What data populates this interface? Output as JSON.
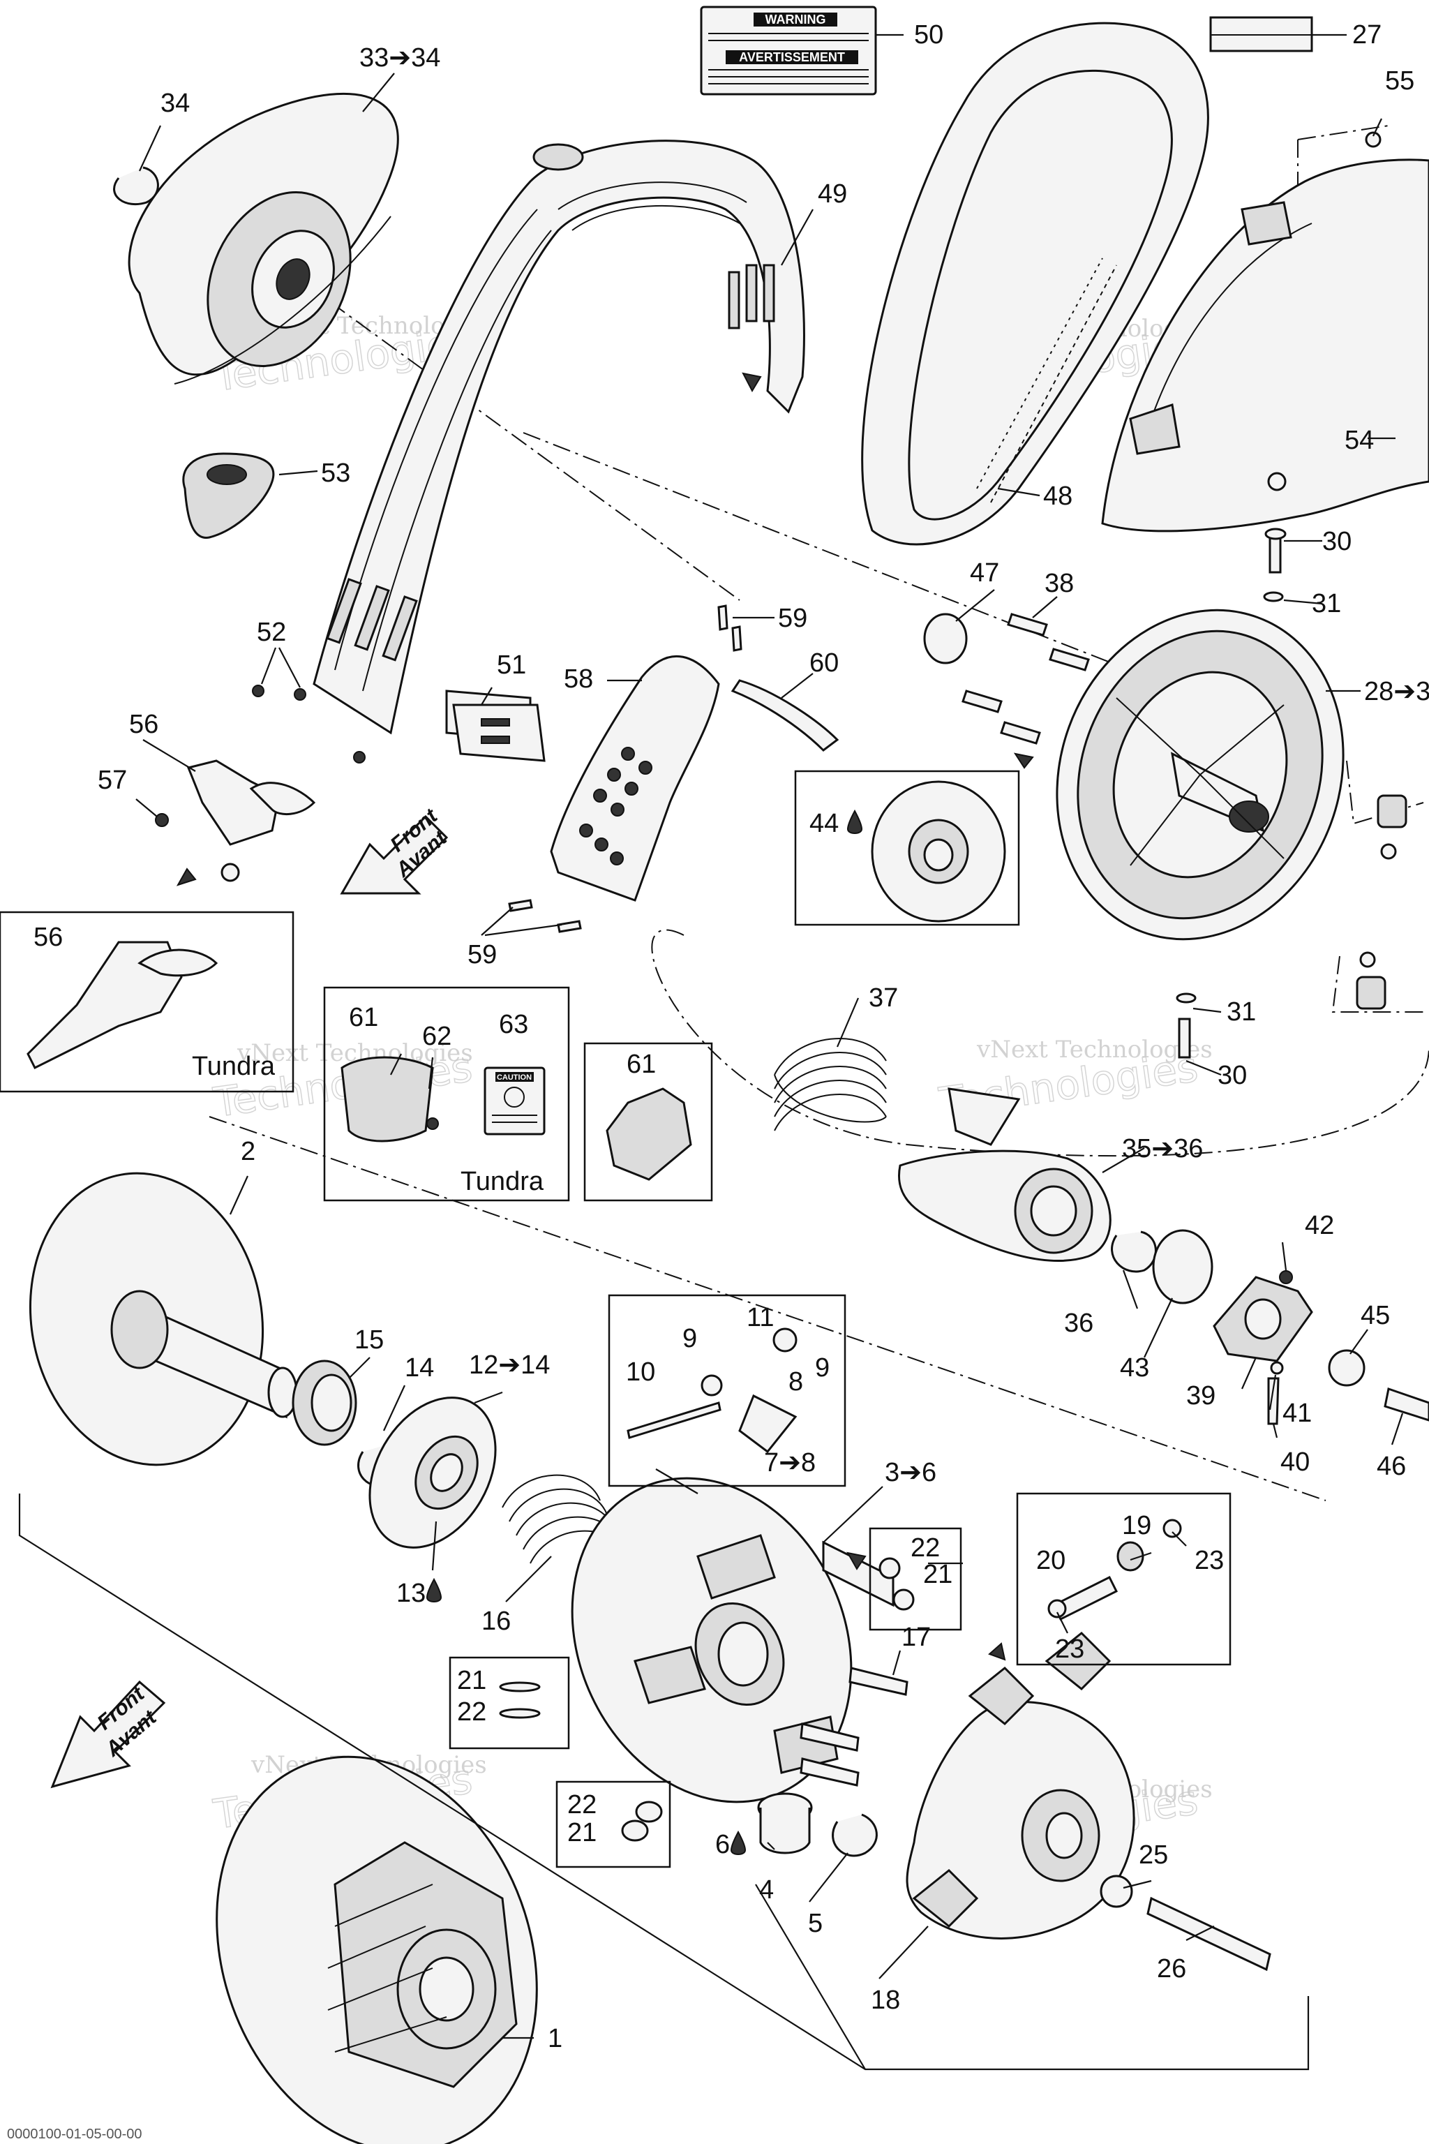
{
  "labels": {
    "l1": "1",
    "l2": "2",
    "l3to6": "3➔6",
    "l4": "4",
    "l5": "5",
    "l6": "6",
    "l7to8": "7➔8",
    "l8": "8",
    "l9a": "9",
    "l9b": "9",
    "l10": "10",
    "l11": "11",
    "l12to14": "12➔14",
    "l13": "13",
    "l14": "14",
    "l15": "15",
    "l16": "16",
    "l17": "17",
    "l18": "18",
    "l19": "19",
    "l20": "20",
    "l21a": "21",
    "l22a": "22",
    "l21b": "21",
    "l22b": "22",
    "l22c": "22",
    "l21c": "21",
    "l23a": "23",
    "l23b": "23",
    "l25": "25",
    "l26": "26",
    "l27": "27",
    "l28": "28➔3",
    "l30a": "30",
    "l30b": "30",
    "l31a": "31",
    "l31b": "31",
    "l33": "33➔34",
    "l34": "34",
    "l35": "35➔36",
    "l36": "36",
    "l37": "37",
    "l38": "38",
    "l39": "39",
    "l40": "40",
    "l41": "41",
    "l42": "42",
    "l43": "43",
    "l44": "44",
    "l45": "45",
    "l46": "46",
    "l47": "47",
    "l48": "48",
    "l49": "49",
    "l50": "50",
    "l51": "51",
    "l52": "52",
    "l53": "53",
    "l54": "54",
    "l55": "55",
    "l56a": "56",
    "l56b": "56",
    "l57": "57",
    "l58": "58",
    "l59a": "59",
    "l59b": "59",
    "l60": "60",
    "l61a": "61",
    "l61b": "61",
    "l62": "62",
    "l63": "63"
  },
  "tundra_a": "Tundra",
  "tundra_b": "Tundra",
  "front_a": {
    "line1": "Front",
    "line2": "Avant"
  },
  "front_b": {
    "line1": "Front",
    "line2": "Avant"
  },
  "watermark": {
    "small": "vNext Technologies",
    "big": "Technologies"
  },
  "decal_50": {
    "warning": "WARNING",
    "avertissement": "AVERTISSEMENT"
  },
  "decal_63": {
    "caution": "CAUTION"
  },
  "footer_code": "0000100-01-05-00-00"
}
